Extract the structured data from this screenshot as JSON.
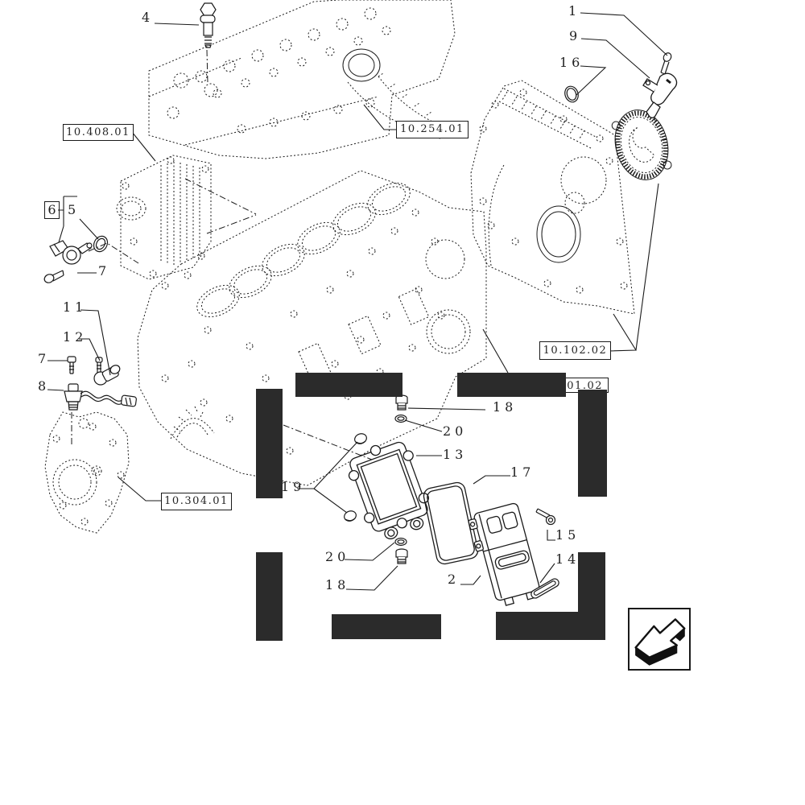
{
  "diagram": {
    "type": "engine-sensors-ecu-exploded-parts-diagram",
    "colors": {
      "line": "#1a1a1a",
      "redaction": "#2b2b2b",
      "paper": "#ffffff"
    },
    "callouts": [
      {
        "label": "4"
      },
      {
        "label": "1"
      },
      {
        "label": "9"
      },
      {
        "label": "16"
      },
      {
        "label": "6"
      },
      {
        "label": "5"
      },
      {
        "label": "7"
      },
      {
        "label": "11"
      },
      {
        "label": "12"
      },
      {
        "label": "7"
      },
      {
        "label": "8"
      },
      {
        "label": "18"
      },
      {
        "label": "20"
      },
      {
        "label": "13"
      },
      {
        "label": "19"
      },
      {
        "label": "17"
      },
      {
        "label": "15"
      },
      {
        "label": "14"
      },
      {
        "label": "2"
      },
      {
        "label": "20"
      },
      {
        "label": "18"
      }
    ],
    "ref_labels": [
      {
        "text": "10.408.01"
      },
      {
        "text": "10.254.01"
      },
      {
        "text": "10.102.02"
      },
      {
        "text": "01.02"
      },
      {
        "text": "10.304.01"
      }
    ],
    "nav_icon": "back-arrow-icon"
  }
}
